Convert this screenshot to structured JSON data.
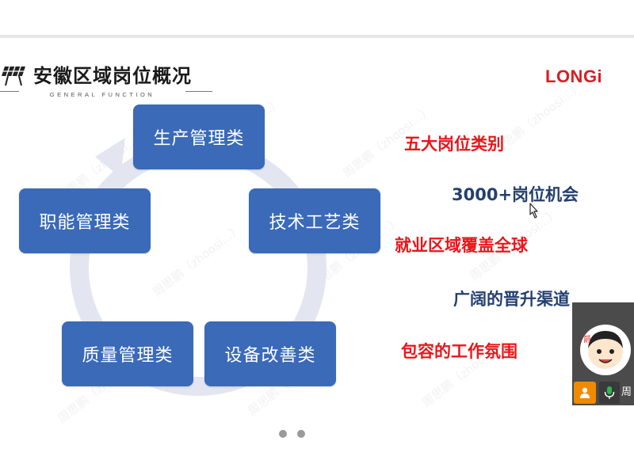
{
  "slide": {
    "title": "安徽区域岗位概况",
    "subtitle": "GENERAL FUNCTION",
    "brand": "LONGi",
    "watermark": "周思鹏（zhoosi...）",
    "cycle_items": [
      "生产管理类",
      "技术工艺类",
      "设备改善类",
      "质量管理类",
      "职能管理类"
    ],
    "points": [
      {
        "text": "五大岗位类别",
        "color": "#e8161b"
      },
      {
        "text": "3000+岗位机会",
        "color": "#243f70"
      },
      {
        "text": "就业区域覆盖全球",
        "color": "#e8161b"
      },
      {
        "text": "广阔的晋升渠道",
        "color": "#243f70"
      },
      {
        "text": "包容的工作氛围",
        "color": "#e8161b"
      }
    ],
    "page_dots": 2
  },
  "video_tile": {
    "name": "周",
    "icons": [
      "person-icon",
      "microphone-icon"
    ],
    "accent": "#f08a00",
    "mic_color": "#2db84c"
  },
  "colors": {
    "box_fill": "#3a6ab8",
    "ring": "#e3e6f0",
    "brand_red": "#d91e23"
  }
}
